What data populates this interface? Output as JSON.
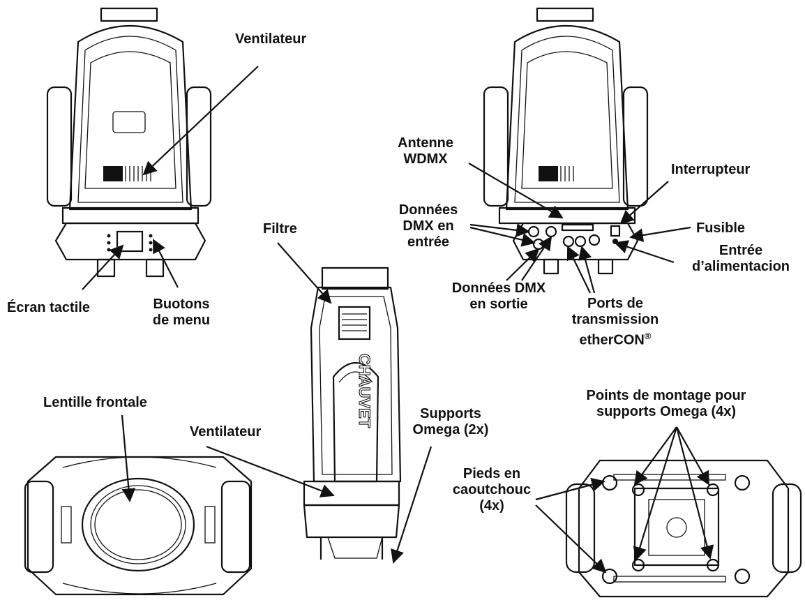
{
  "labels": {
    "ventilateur_top": "Ventilateur",
    "ecran": "Écran tactile",
    "boutons_1": "Buotons",
    "boutons_2": "de menu",
    "filtre": "Filtre",
    "antenne_1": "Antenne",
    "antenne_2": "WDMX",
    "interrupteur": "Interrupteur",
    "dmx_in_1": "Données",
    "dmx_in_2": "DMX en",
    "dmx_in_3": "entrée",
    "fusible": "Fusible",
    "alim_1": "Entrée",
    "alim_2": "d’alimentacion",
    "dmx_out_1": "Données DMX",
    "dmx_out_2": "en sortie",
    "ports_1": "Ports de",
    "ports_2": "transmission",
    "ports_3": "etherCON",
    "ports_reg": "®",
    "lentille": "Lentille frontale",
    "ventilateur_mid": "Ventilateur",
    "omega_1": "Supports",
    "omega_2": "Omega (2x)",
    "points_1": "Points de montage pour",
    "points_2": "supports Omega (4x)",
    "pieds_1": "Pieds en",
    "pieds_2": "caoutchouc",
    "pieds_3": "(4x)",
    "brand": "CHAUVET"
  }
}
